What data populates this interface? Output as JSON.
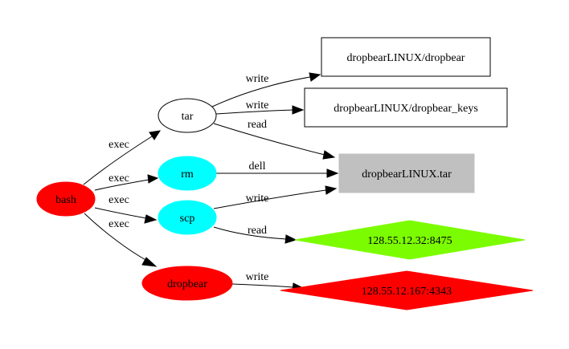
{
  "diagram": {
    "type": "process-graph",
    "nodes": [
      {
        "id": "bash",
        "label": "bash",
        "shape": "ellipse",
        "fill": "#ff0000",
        "stroke": "#ff0000"
      },
      {
        "id": "tar",
        "label": "tar",
        "shape": "ellipse",
        "fill": "#ffffff",
        "stroke": "#000000"
      },
      {
        "id": "rm",
        "label": "rm",
        "shape": "ellipse",
        "fill": "#00ffff",
        "stroke": "#00ffff"
      },
      {
        "id": "scp",
        "label": "scp",
        "shape": "ellipse",
        "fill": "#00ffff",
        "stroke": "#00ffff"
      },
      {
        "id": "dropbear",
        "label": "dropbear",
        "shape": "ellipse",
        "fill": "#ff0000",
        "stroke": "#ff0000"
      },
      {
        "id": "file_dropbear",
        "label": "dropbearLINUX/dropbear",
        "shape": "box",
        "fill": "#ffffff",
        "stroke": "#000000"
      },
      {
        "id": "file_keys",
        "label": "dropbearLINUX/dropbear_keys",
        "shape": "box",
        "fill": "#ffffff",
        "stroke": "#000000"
      },
      {
        "id": "file_tar",
        "label": "dropbearLINUX.tar",
        "shape": "box",
        "fill": "#c0c0c0",
        "stroke": "#c0c0c0"
      },
      {
        "id": "net1",
        "label": "128.55.12.32:8475",
        "shape": "diamond",
        "fill": "#7cfc00",
        "stroke": "#7cfc00"
      },
      {
        "id": "net2",
        "label": "128.55.12.167:4343",
        "shape": "diamond",
        "fill": "#ff0000",
        "stroke": "#ff0000"
      }
    ],
    "edges": [
      {
        "id": "e1",
        "from": "bash",
        "to": "tar",
        "label": "exec"
      },
      {
        "id": "e2",
        "from": "bash",
        "to": "rm",
        "label": "exec"
      },
      {
        "id": "e3",
        "from": "bash",
        "to": "scp",
        "label": "exec"
      },
      {
        "id": "e4",
        "from": "bash",
        "to": "dropbear",
        "label": "exec"
      },
      {
        "id": "e5",
        "from": "tar",
        "to": "file_dropbear",
        "label": "write"
      },
      {
        "id": "e6",
        "from": "tar",
        "to": "file_keys",
        "label": "write"
      },
      {
        "id": "e7",
        "from": "tar",
        "to": "file_tar",
        "label": "read"
      },
      {
        "id": "e8",
        "from": "rm",
        "to": "file_tar",
        "label": "dell"
      },
      {
        "id": "e9",
        "from": "scp",
        "to": "file_tar",
        "label": "write"
      },
      {
        "id": "e10",
        "from": "scp",
        "to": "net1",
        "label": "read"
      },
      {
        "id": "e11",
        "from": "dropbear",
        "to": "net2",
        "label": "write"
      }
    ]
  }
}
